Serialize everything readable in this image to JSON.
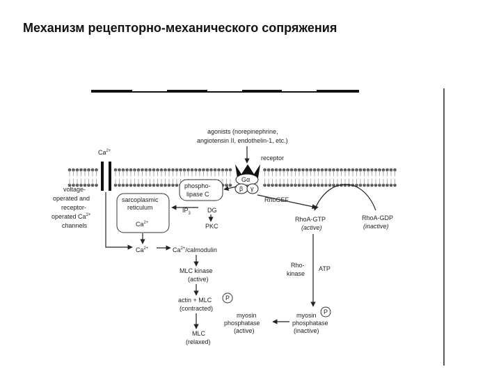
{
  "title": "Механизм рецепторно-механического сопряжения",
  "diagram": {
    "agonists_line1": "agonists (norepinephrine,",
    "agonists_line2": "angiotensin II, endothelin-1, etc.)",
    "receptor": "receptor",
    "ca_outside": "Ca",
    "ca_outside_sup": "2+",
    "voltage_channels": [
      "voltage-",
      "operated and",
      "receptor-",
      "operated Ca",
      "channels"
    ],
    "voltage_channels_sup": "2+",
    "g_alpha": "Gα",
    "g_beta": "β",
    "g_gamma": "γ",
    "plc": [
      "phospho-",
      "lipase C"
    ],
    "sr": [
      "sarcoplasmic",
      "reticulum"
    ],
    "ca_sr": "Ca",
    "ca_sr_sup": "2+",
    "ip3": "IP",
    "ip3_sub": "3",
    "dg": "DG",
    "pkc": "PKC",
    "ca_cyto": "Ca",
    "ca_cyto_sup": "2+",
    "ca_calmodulin": "/calmodulin",
    "ca_calmodulin_prefix": "Ca",
    "ca_calmodulin_sup": "2+",
    "mlc_kinase": "MLC kinase",
    "mlc_kinase_state": "(active)",
    "actin_mlc": "actin + MLC",
    "actin_mlc_state": "(contracted)",
    "phospho_p": "P",
    "mlc": "MLC",
    "mlc_state": "(relaxed)",
    "myosin_pase_active": [
      "myosin",
      "phosphatase",
      "(active)"
    ],
    "myosin_pase_inactive": [
      "myosin",
      "phosphatase",
      "(inactive)"
    ],
    "rhogef": "RhoGEF",
    "rhoa_gtp": "RhoA-GTP",
    "rhoa_gtp_state": "(active)",
    "rhoa_gdp": "RhoA-GDP",
    "rhoa_gdp_state": "(inactive)",
    "rho_kinase": [
      "Rho-",
      "kinase"
    ],
    "atp": "ATP"
  }
}
